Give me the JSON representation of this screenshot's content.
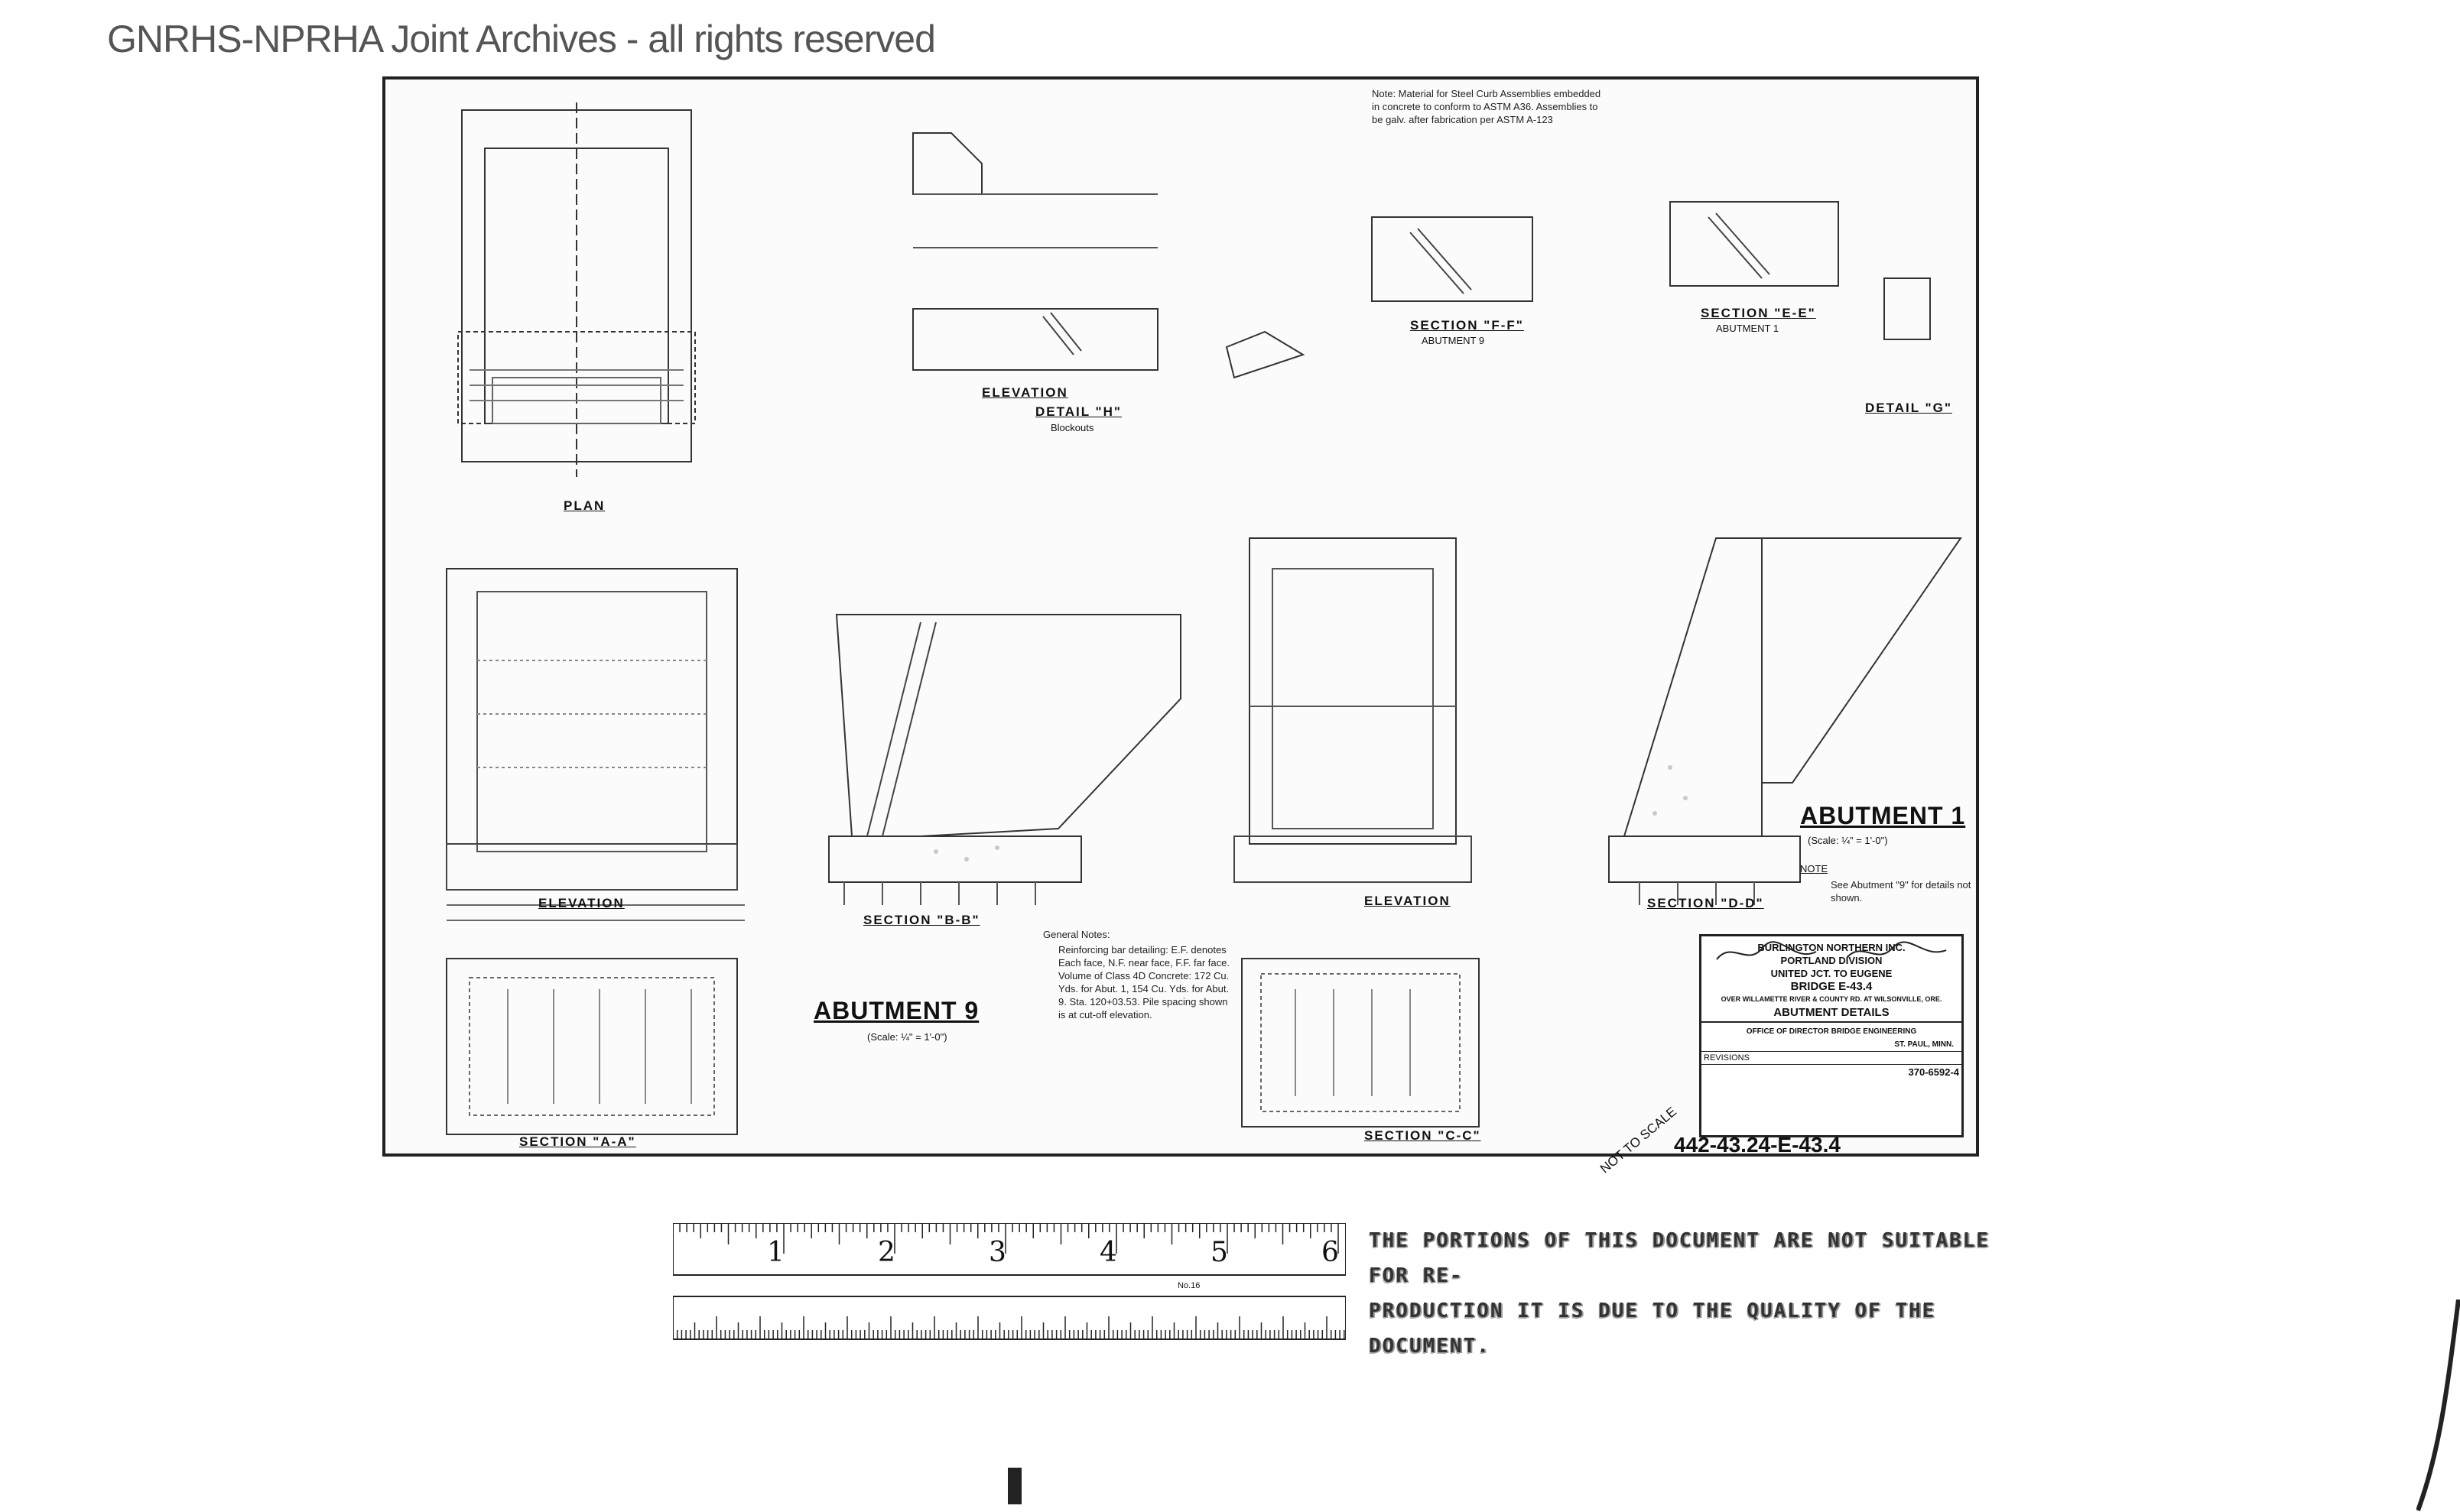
{
  "header": {
    "archive_notice": "GNRHS-NPRHA Joint Archives - all rights reserved"
  },
  "drawing": {
    "views": {
      "plan": "PLAN",
      "elevation_left": "ELEVATION",
      "section_a": "SECTION \"A-A\"",
      "section_b": "SECTION \"B-B\"",
      "elevation_h": "ELEVATION",
      "detail_h": "DETAIL \"H\"",
      "detail_h_sub": "Blockouts",
      "section_f_ab9": "SECTION \"F-F\"",
      "section_f_ab9_sub": "ABUTMENT 9",
      "section_e_ab1": "SECTION \"E-E\"",
      "section_e_ab1_sub": "ABUTMENT 1",
      "detail_g": "DETAIL \"G\"",
      "elevation_mid": "ELEVATION",
      "section_c": "SECTION \"C-C\"",
      "section_d": "SECTION \"D-D\""
    },
    "titles": {
      "abutment_9": "ABUTMENT 9",
      "abutment_9_scale": "(Scale: ¼\" = 1'-0\")",
      "abutment_1": "ABUTMENT 1",
      "abutment_1_scale": "(Scale: ¼\" = 1'-0\")"
    },
    "notes": {
      "top_note": "Note: Material for Steel Curb Assemblies embedded in concrete to conform to ASTM A36. Assemblies to be galv. after fabrication per ASTM A-123",
      "note_heading": "NOTE",
      "note_abutment": "See Abutment \"9\" for details not shown.",
      "general_heading": "General Notes:",
      "general_body": "Reinforcing bar detailing: E.F. denotes Each face, N.F. near face, F.F. far face. Volume of Class 4D Concrete: 172 Cu. Yds. for Abut. 1, 154 Cu. Yds. for Abut. 9. Sta. 120+03.53. Pile spacing shown is at cut-off elevation."
    },
    "title_block": {
      "company": "BURLINGTON NORTHERN INC.",
      "division": "PORTLAND DIVISION",
      "subdivision": "UNITED JCT. TO EUGENE",
      "bridge": "BRIDGE E-43.4",
      "location": "OVER WILLAMETTE RIVER & COUNTY RD. AT WILSONVILLE, ORE.",
      "sheet_title": "ABUTMENT DETAILS",
      "office": "OFFICE OF DIRECTOR BRIDGE ENGINEERING",
      "city": "ST. PAUL, MINN.",
      "revisions": "REVISIONS",
      "plan_number": "370-6592-4"
    },
    "drawing_number": "442-43.24-E-43.4",
    "not_to_scale": "NOT TO SCALE"
  },
  "ruler": {
    "numbers": [
      "1",
      "2",
      "3",
      "4",
      "5",
      "6"
    ],
    "model": "No.16"
  },
  "quality_notice": {
    "line1": "THE PORTIONS OF THIS DOCUMENT ARE NOT SUITABLE FOR RE-",
    "line2": "PRODUCTION IT IS DUE TO THE QUALITY OF THE DOCUMENT."
  },
  "colors": {
    "ink": "#222222",
    "paper": "#fbfbfb",
    "header": "#555555"
  }
}
